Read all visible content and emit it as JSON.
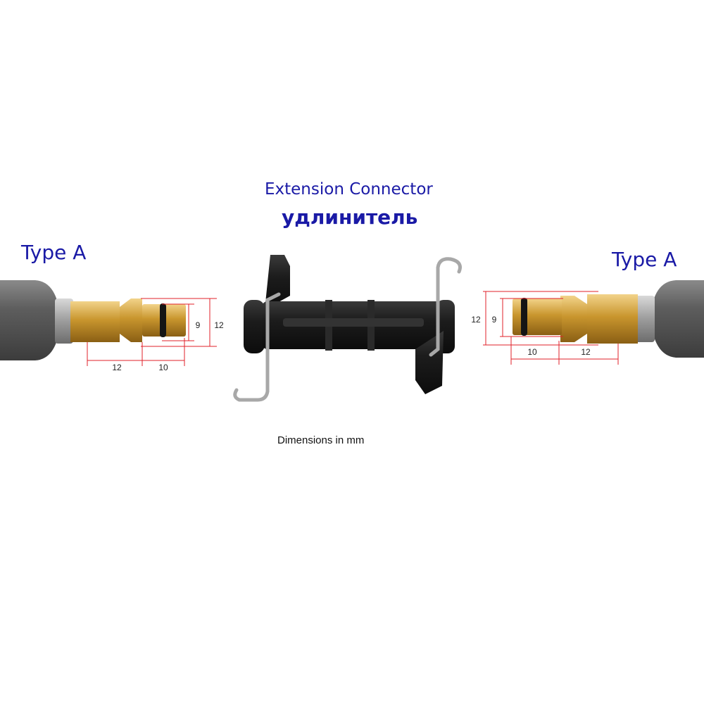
{
  "title": "Extension Connector",
  "title_ru": "удлинитель",
  "left_label": "Type A",
  "right_label": "Type A",
  "footnote": "Dimensions in mm",
  "left_dims": {
    "outer_diameter": "12",
    "inner_diameter": "9",
    "body_length": "12",
    "nozzle_length": "10"
  },
  "right_dims": {
    "outer_diameter": "12",
    "inner_diameter": "9",
    "body_length": "12",
    "nozzle_length": "10"
  },
  "colors": {
    "label_blue": "#1a1aa6",
    "dimension_red": "#e0202a",
    "brass": "#c9962e",
    "hose_gray": "#6e6e6e",
    "connector_black": "#1c1c1c"
  }
}
